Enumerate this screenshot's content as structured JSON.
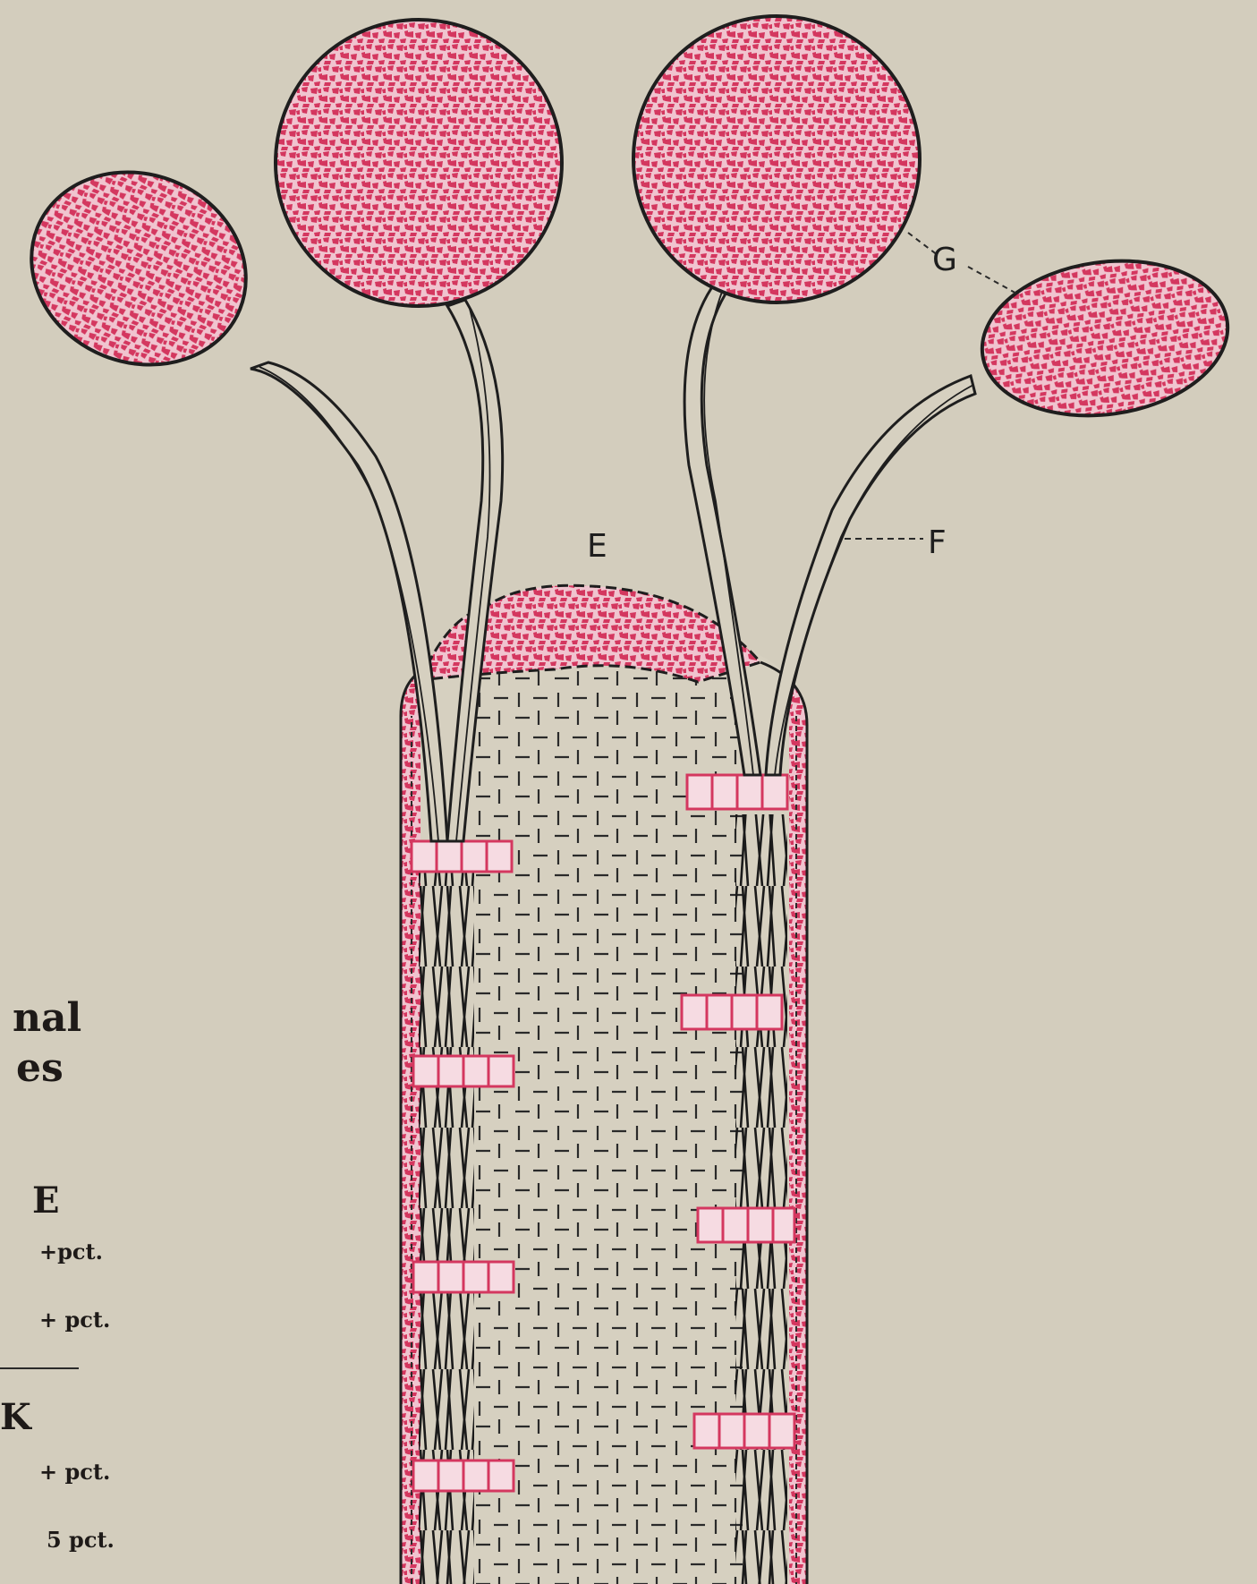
{
  "figure": {
    "labels": {
      "e": "E",
      "f": "F",
      "g": "G"
    },
    "side_caption": {
      "heading_line1": "nal",
      "heading_line2": "es",
      "group1_letter": "E",
      "group1_row1": "+pct.",
      "group1_row2": "+ pct.",
      "group2_letter": "K",
      "group2_row1": "+ pct.",
      "group2_row2": "5 pct."
    },
    "colors": {
      "background": "#d3cdbd",
      "pink": "#d4375f",
      "outline": "#1e1e1e"
    }
  }
}
